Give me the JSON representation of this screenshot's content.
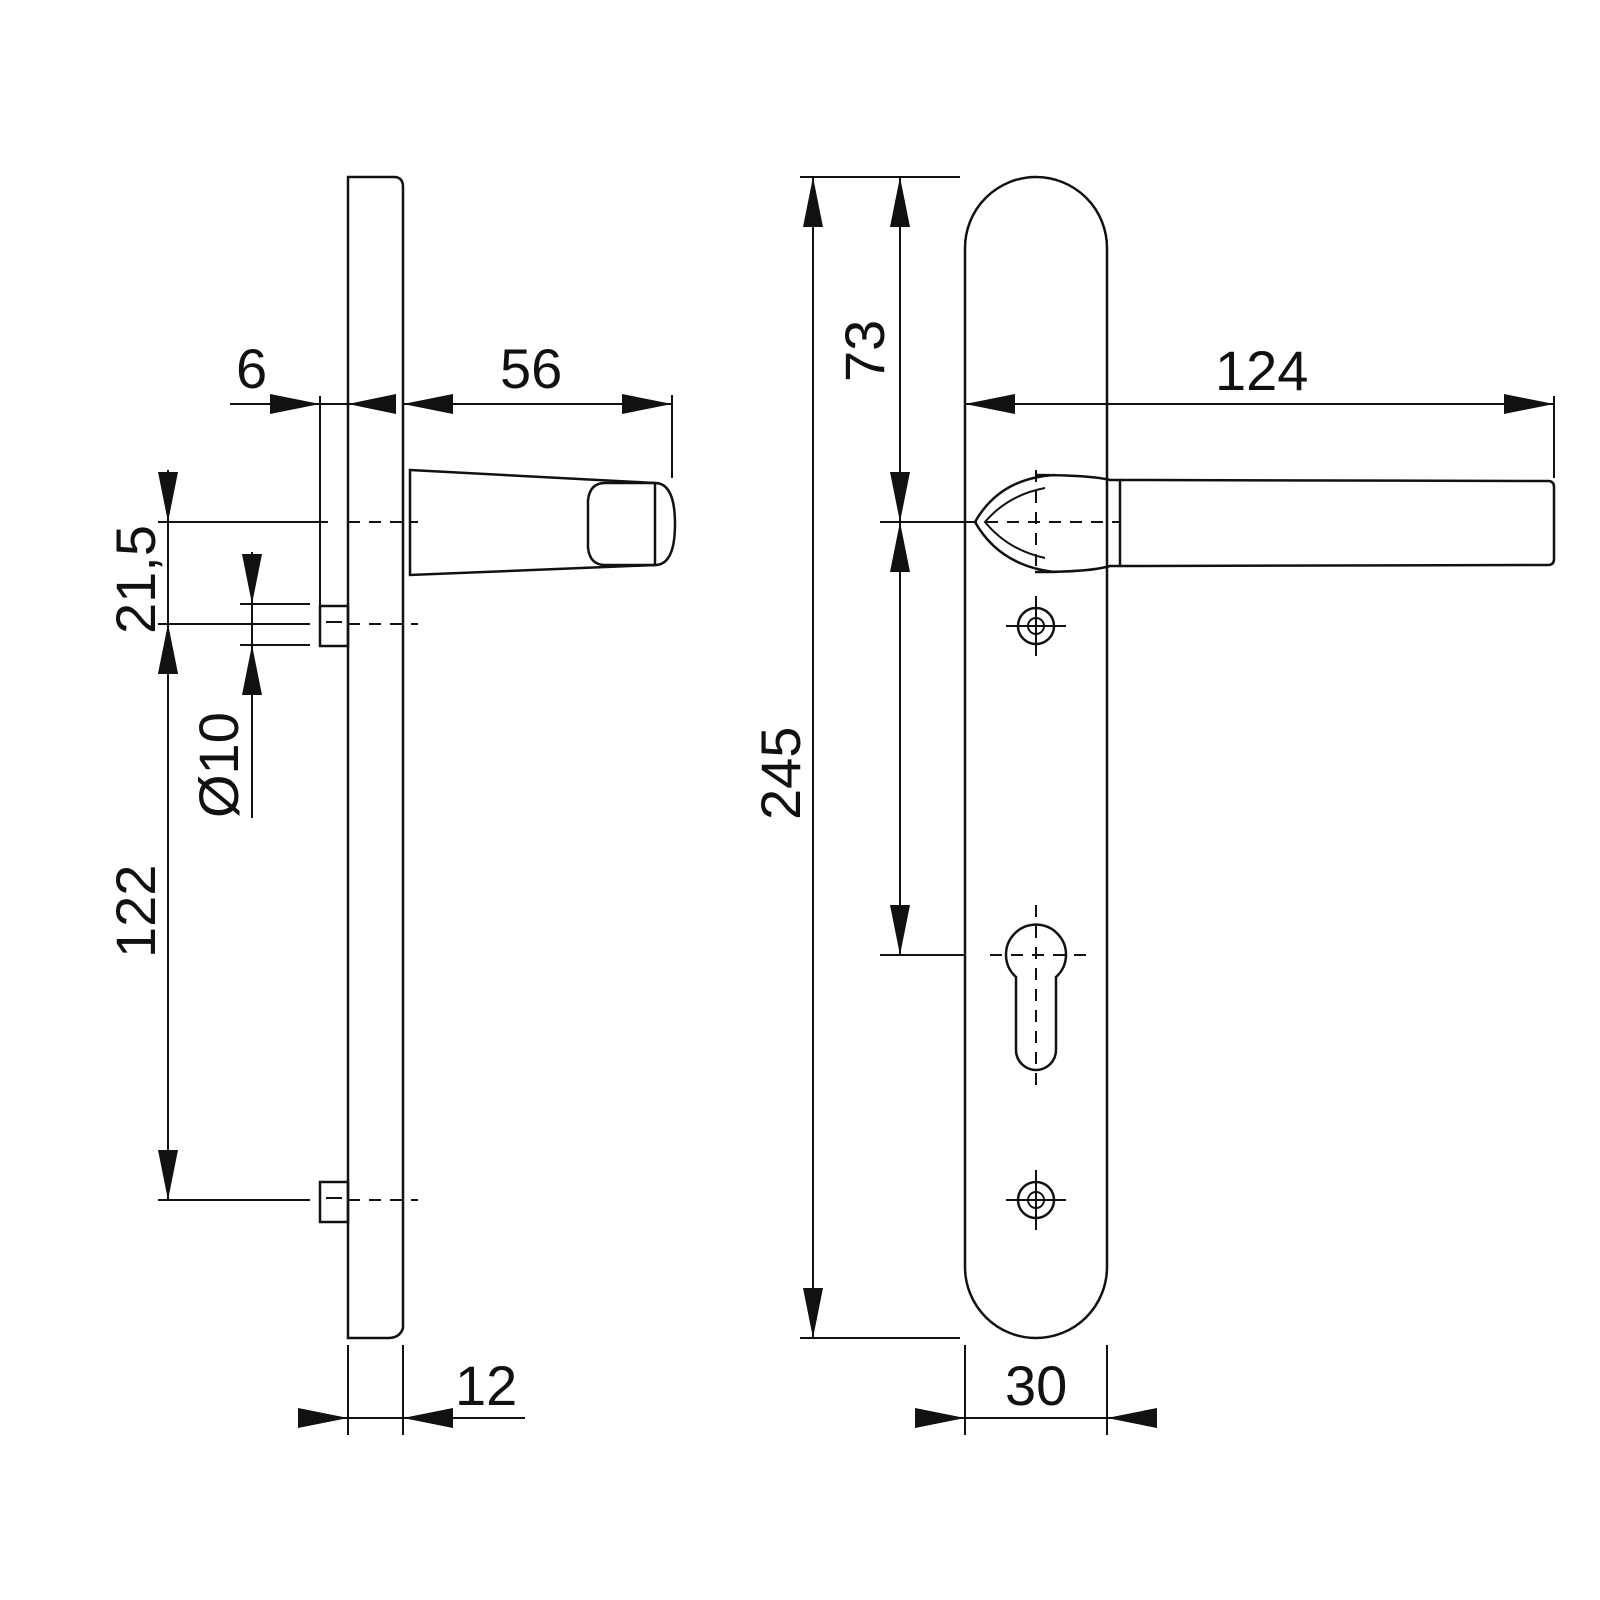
{
  "colors": {
    "line": "#111111",
    "background": "#ffffff"
  },
  "dimensions": {
    "side_offset": "6",
    "side_projection": "56",
    "side_width": "12",
    "spindle_offset": "21,5",
    "screw_diameter": "Ø10",
    "screw_distance": "122",
    "total_height": "245",
    "top_to_spindle": "73",
    "handle_length": "124",
    "plate_width": "30"
  }
}
